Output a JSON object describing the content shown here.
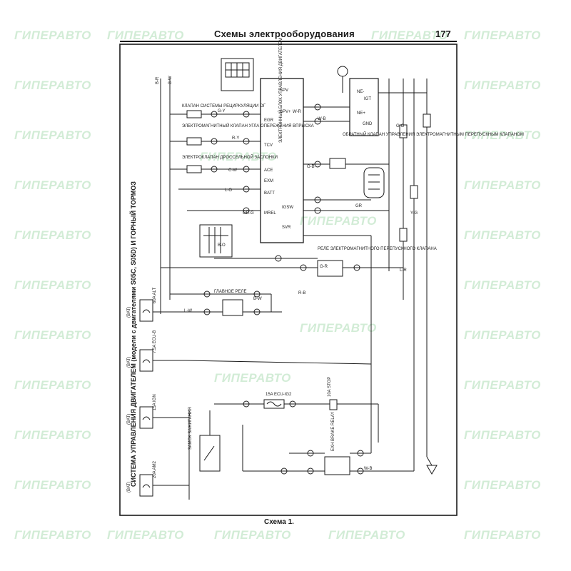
{
  "header": {
    "title": "Схемы электрооборудования",
    "page_number": "177"
  },
  "caption": "Схема 1.",
  "vertical_title": "СИСТЕМА УПРАВЛЕНИЯ ДВИГАТЕЛЕМ (модели с двигателями S05C, S05D) И ГОРНЫЙ ТОРМОЗ",
  "watermark": {
    "text": "ГИПЕРАВТО",
    "color": "#d2ecd6"
  },
  "diagram": {
    "ecu_pins": [
      "SPV",
      "SPV+",
      "EGR",
      "TCV",
      "ACE",
      "EXM",
      "BATT",
      "MREL",
      "IGSW",
      "SVR",
      "NE-",
      "NE+",
      "GND",
      "IGT"
    ],
    "wire_codes": [
      "B-R",
      "B-W",
      "W-R",
      "W-B",
      "G-Y",
      "C-W",
      "R-Y",
      "G-B",
      "L-O",
      "GR-G",
      "G-R",
      "B-O",
      "L-W",
      "GR",
      "W-B",
      "G-O",
      "Y-G",
      "B-W",
      "R-B",
      "L-R"
    ],
    "component_labels": [
      "КЛАПАН СИСТЕМЫ РЕЦИРКУЛЯЦИИ ОГ",
      "ЭЛЕКТРОМАГНИТНЫЙ КЛАПАН УГЛА ОПЕРЕЖЕНИЯ ВПРЫСКА",
      "ЭЛЕКТРОКЛАПАН ДРОССЕЛЬНОЙ ЗАСЛОНКИ",
      "ЭЛЕКТРОННЫЙ БЛОК УПРАВЛЕНИЯ ДВИГАТЕЛЕМ",
      "ГЛАВНОЕ РЕЛЕ",
      "РЕЛЕ ЭЛЕКТРОМАГНИТНОГО ПЕРЕПУСКНОГО КЛАПАНА",
      "ОБРАТНЫЙ КЛАПАН УПРАВЛЕНИЯ ЭЛЕКТРОМАГНИТНЫМ ПЕРЕПУСКНЫМ КЛАПАНОМ",
      "ЗАМОК ЗАЖИГАНИЯ",
      "EXH BRAKE RELAY"
    ],
    "fuses": [
      {
        "rating": "60A",
        "name": "ALT"
      },
      {
        "rating": "7.5A",
        "name": "ECU-B"
      },
      {
        "rating": "15A",
        "name": "IGN"
      },
      {
        "rating": "20A",
        "name": "AM2"
      },
      {
        "rating": "15A",
        "name": "ECU-IG2"
      },
      {
        "rating": "10A",
        "name": "STOP"
      }
    ],
    "battery_label": "(BAT)"
  }
}
